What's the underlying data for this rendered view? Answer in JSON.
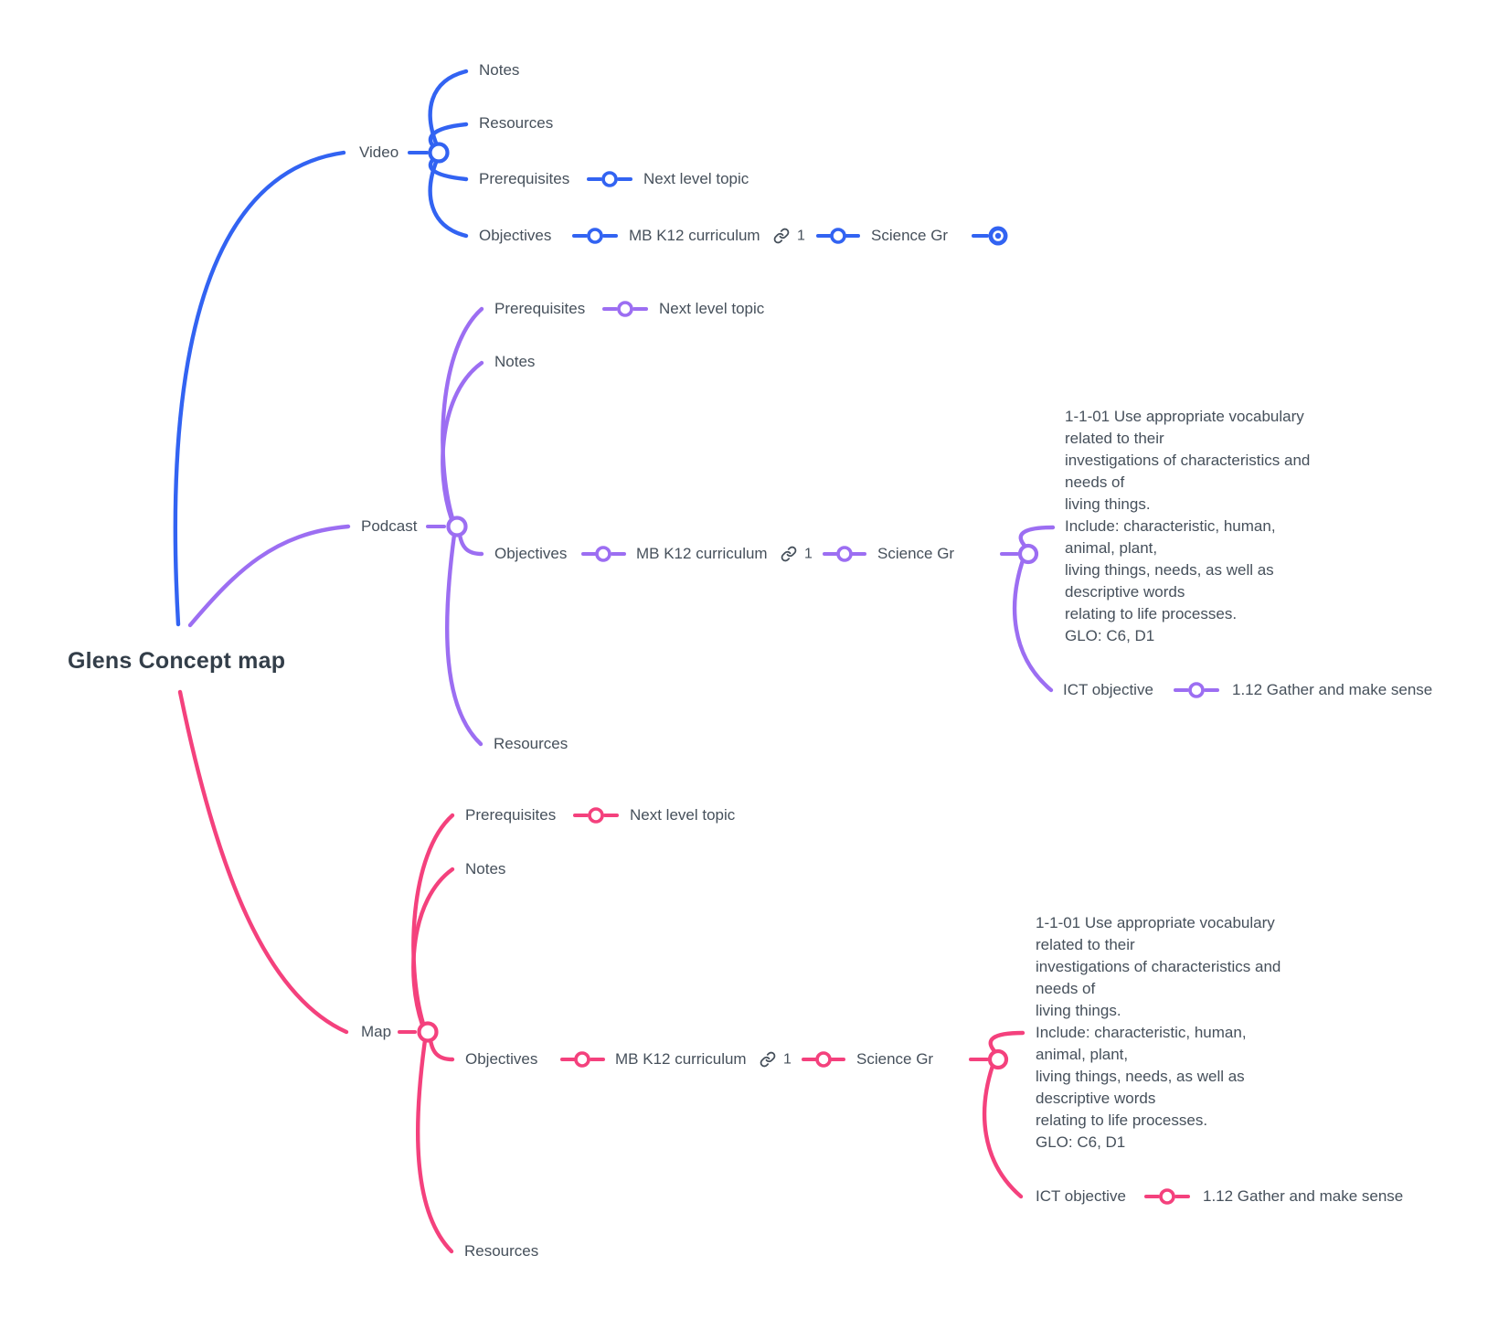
{
  "colors": {
    "video": "#3263f2",
    "podcast": "#9c6ef2",
    "map": "#f4417d",
    "text": "#46505b",
    "root": "#333e49"
  },
  "root": {
    "label": "Glens Concept map"
  },
  "video": {
    "label": "Video",
    "notes": "Notes",
    "resources": "Resources",
    "prerequisites": "Prerequisites",
    "next_level_topic": "Next level topic",
    "objectives": "Objectives",
    "curriculum": "MB K12 curriculum",
    "link_count": "1",
    "science": "Science Gr"
  },
  "podcast": {
    "label": "Podcast",
    "notes": "Notes",
    "resources": "Resources",
    "prerequisites": "Prerequisites",
    "next_level_topic": "Next level topic",
    "objectives": "Objectives",
    "curriculum": "MB K12 curriculum",
    "link_count": "1",
    "science": "Science Gr",
    "objective_text": "1-1-01 Use appropriate vocabulary\nrelated to their\ninvestigations of characteristics and\nneeds of\nliving things.\nInclude: characteristic, human,\nanimal, plant,\nliving things, needs, as well as\ndescriptive words\nrelating to life processes.\nGLO: C6, D1",
    "ict_label": "ICT objective",
    "ict_value": "1.12 Gather and make sense"
  },
  "map": {
    "label": "Map",
    "notes": "Notes",
    "resources": "Resources",
    "prerequisites": "Prerequisites",
    "next_level_topic": "Next level topic",
    "objectives": "Objectives",
    "curriculum": "MB K12 curriculum",
    "link_count": "1",
    "science": "Science Gr",
    "objective_text": "1-1-01 Use appropriate vocabulary\nrelated to their\ninvestigations of characteristics and\nneeds of\nliving things.\nInclude: characteristic, human,\nanimal, plant,\nliving things, needs, as well as\ndescriptive words\nrelating to life processes.\nGLO: C6, D1",
    "ict_label": "ICT objective",
    "ict_value": "1.12 Gather and make sense"
  }
}
